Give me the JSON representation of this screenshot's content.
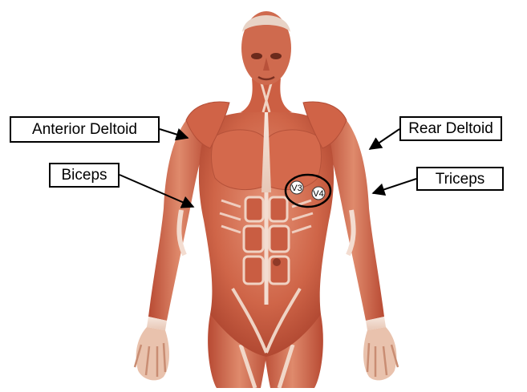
{
  "figure": {
    "labels": {
      "anterior_deltoid": "Anterior Deltoid",
      "biceps": "Biceps",
      "rear_deltoid": "Rear Deltoid",
      "triceps": "Triceps"
    },
    "electrodes": {
      "v3": "V3",
      "v4": "V4"
    },
    "colors": {
      "muscle": "#c9583f",
      "muscle_light": "#e39a7e",
      "tendon": "#f2ddd0",
      "skin_head": "#e8c9b8",
      "outline": "#000000"
    }
  }
}
